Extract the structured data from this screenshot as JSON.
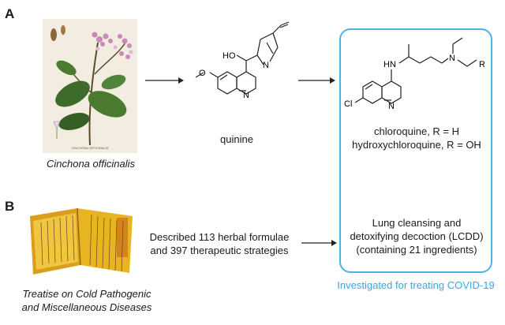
{
  "panel_a": {
    "label": "A",
    "plant_caption": "Cinchona officinalis",
    "plant_plate_text": "CINCHONA OFFICINALIS",
    "quinine_label": "quinine",
    "quinine_atoms": {
      "oh": "HO",
      "n": "N"
    },
    "chloroquine_atoms": {
      "hn": "HN",
      "n": "N",
      "cl": "Cl",
      "r": "R"
    },
    "chloroquine_line1": "chloroquine, R = H",
    "chloroquine_line2": "hydroxychloroquine, R = OH"
  },
  "panel_b": {
    "label": "B",
    "book_caption_line1": "Treatise on Cold Pathogenic",
    "book_caption_line2": "and Miscellaneous Diseases",
    "description_line1": "Described 113 herbal formulae",
    "description_line2": "and 397 therapeutic strategies",
    "lcdd_line1": "Lung cleansing and",
    "lcdd_line2": "detoxifying decoction (LCDD)",
    "lcdd_line3": "(containing 21 ingredients)"
  },
  "covid_note": "Investigated for treating COVID-19",
  "colors": {
    "accent": "#4db3e3",
    "book": "#e8b421",
    "leaf": "#3f6b2a",
    "flower": "#c98ab8"
  }
}
